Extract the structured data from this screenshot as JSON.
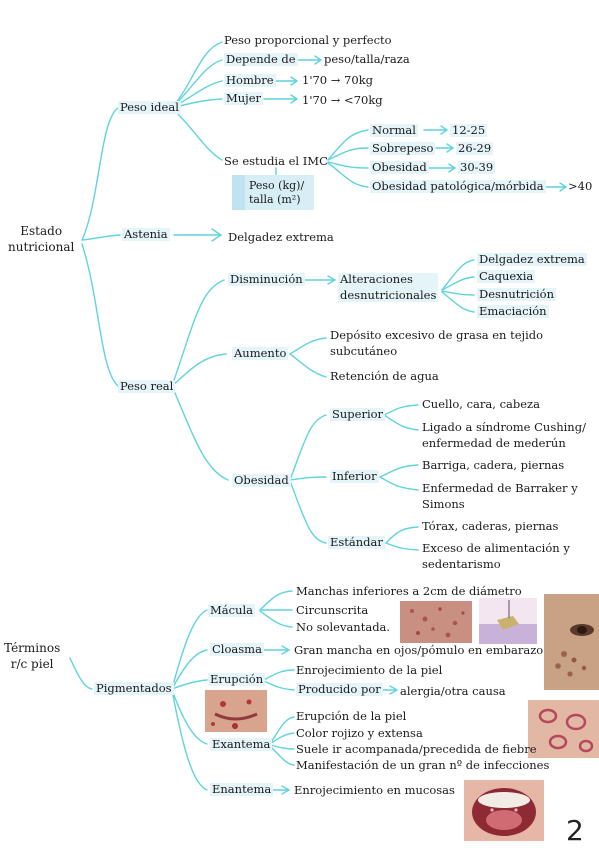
{
  "colors": {
    "connector": "#5fd4dc",
    "highlight": "#e4f4f8",
    "ink": "#1a1a1a"
  },
  "nutricion": {
    "root": {
      "line1": "Estado",
      "line2": "nutricional"
    },
    "peso_ideal": {
      "label": "Peso ideal",
      "items": [
        "Peso proporcional y perfecto",
        "Depende de",
        "peso/talla/raza",
        "Hombre",
        "1'70 → 70kg",
        "Mujer",
        "1'70 → <70kg"
      ],
      "imc": {
        "label": "Se estudia el IMC",
        "formula_line1": "Peso (kg)/",
        "formula_line2": "talla (m²)",
        "cats": [
          "Normal",
          "Sobrepeso",
          "Obesidad",
          "Obesidad patológica/mórbida"
        ],
        "ranges": [
          "12-25",
          "26-29",
          "30-39",
          ">40"
        ]
      }
    },
    "astenia": {
      "label": "Astenia",
      "value": "Delgadez extrema"
    },
    "peso_real": {
      "label": "Peso real",
      "disminucion": {
        "label": "Disminución",
        "alt_line1": "Alteraciones",
        "alt_line2": "desnutricionales",
        "items": [
          "Delgadez extrema",
          "Caquexia",
          "Desnutrición",
          "Emaciación"
        ]
      },
      "aumento": {
        "label": "Aumento",
        "item1_line1": "Depósito excesivo de grasa en tejido",
        "item1_line2": "subcutáneo",
        "item2": "Retención de agua"
      },
      "obesidad": {
        "label": "Obesidad",
        "superior": {
          "label": "Superior",
          "item1": "Cuello, cara, cabeza",
          "item2_line1": "Ligado a síndrome Cushing/",
          "item2_line2": "enfermedad de mederún"
        },
        "inferior": {
          "label": "Inferior",
          "item1": "Barriga, cadera, piernas",
          "item2_line1": "Enfermedad de Barraker y",
          "item2_line2": "Simons"
        },
        "estandar": {
          "label": "Estándar",
          "item1": "Tórax, caderas, piernas",
          "item2_line1": "Exceso de alimentación y",
          "item2_line2": "sedentarismo"
        }
      }
    }
  },
  "piel": {
    "root": {
      "line1": "Términos",
      "line2": "r/c piel"
    },
    "pigmentados": {
      "label": "Pigmentados",
      "macula": {
        "label": "Mácula",
        "items": [
          "Manchas inferiores a 2cm de diámetro",
          "Circunscrita",
          "No solevantada."
        ]
      },
      "cloasma": {
        "label": "Cloasma",
        "value": "Gran mancha en ojos/pómulo en embarazo"
      },
      "erupcion": {
        "label": "Erupción",
        "item1": "Enrojecimiento de la piel",
        "item2": "Producido por",
        "item2_target": "alergia/otra causa"
      },
      "exantema": {
        "label": "Exantema",
        "items": [
          "Erupción de la piel",
          "Color rojizo y extensa",
          "Suele ir acompanada/precedida de fiebre",
          "Manifestación de un gran nº de infecciones"
        ]
      },
      "enantema": {
        "label": "Enantema",
        "value": "Enrojecimiento en mucosas"
      }
    }
  },
  "page_number": "2"
}
